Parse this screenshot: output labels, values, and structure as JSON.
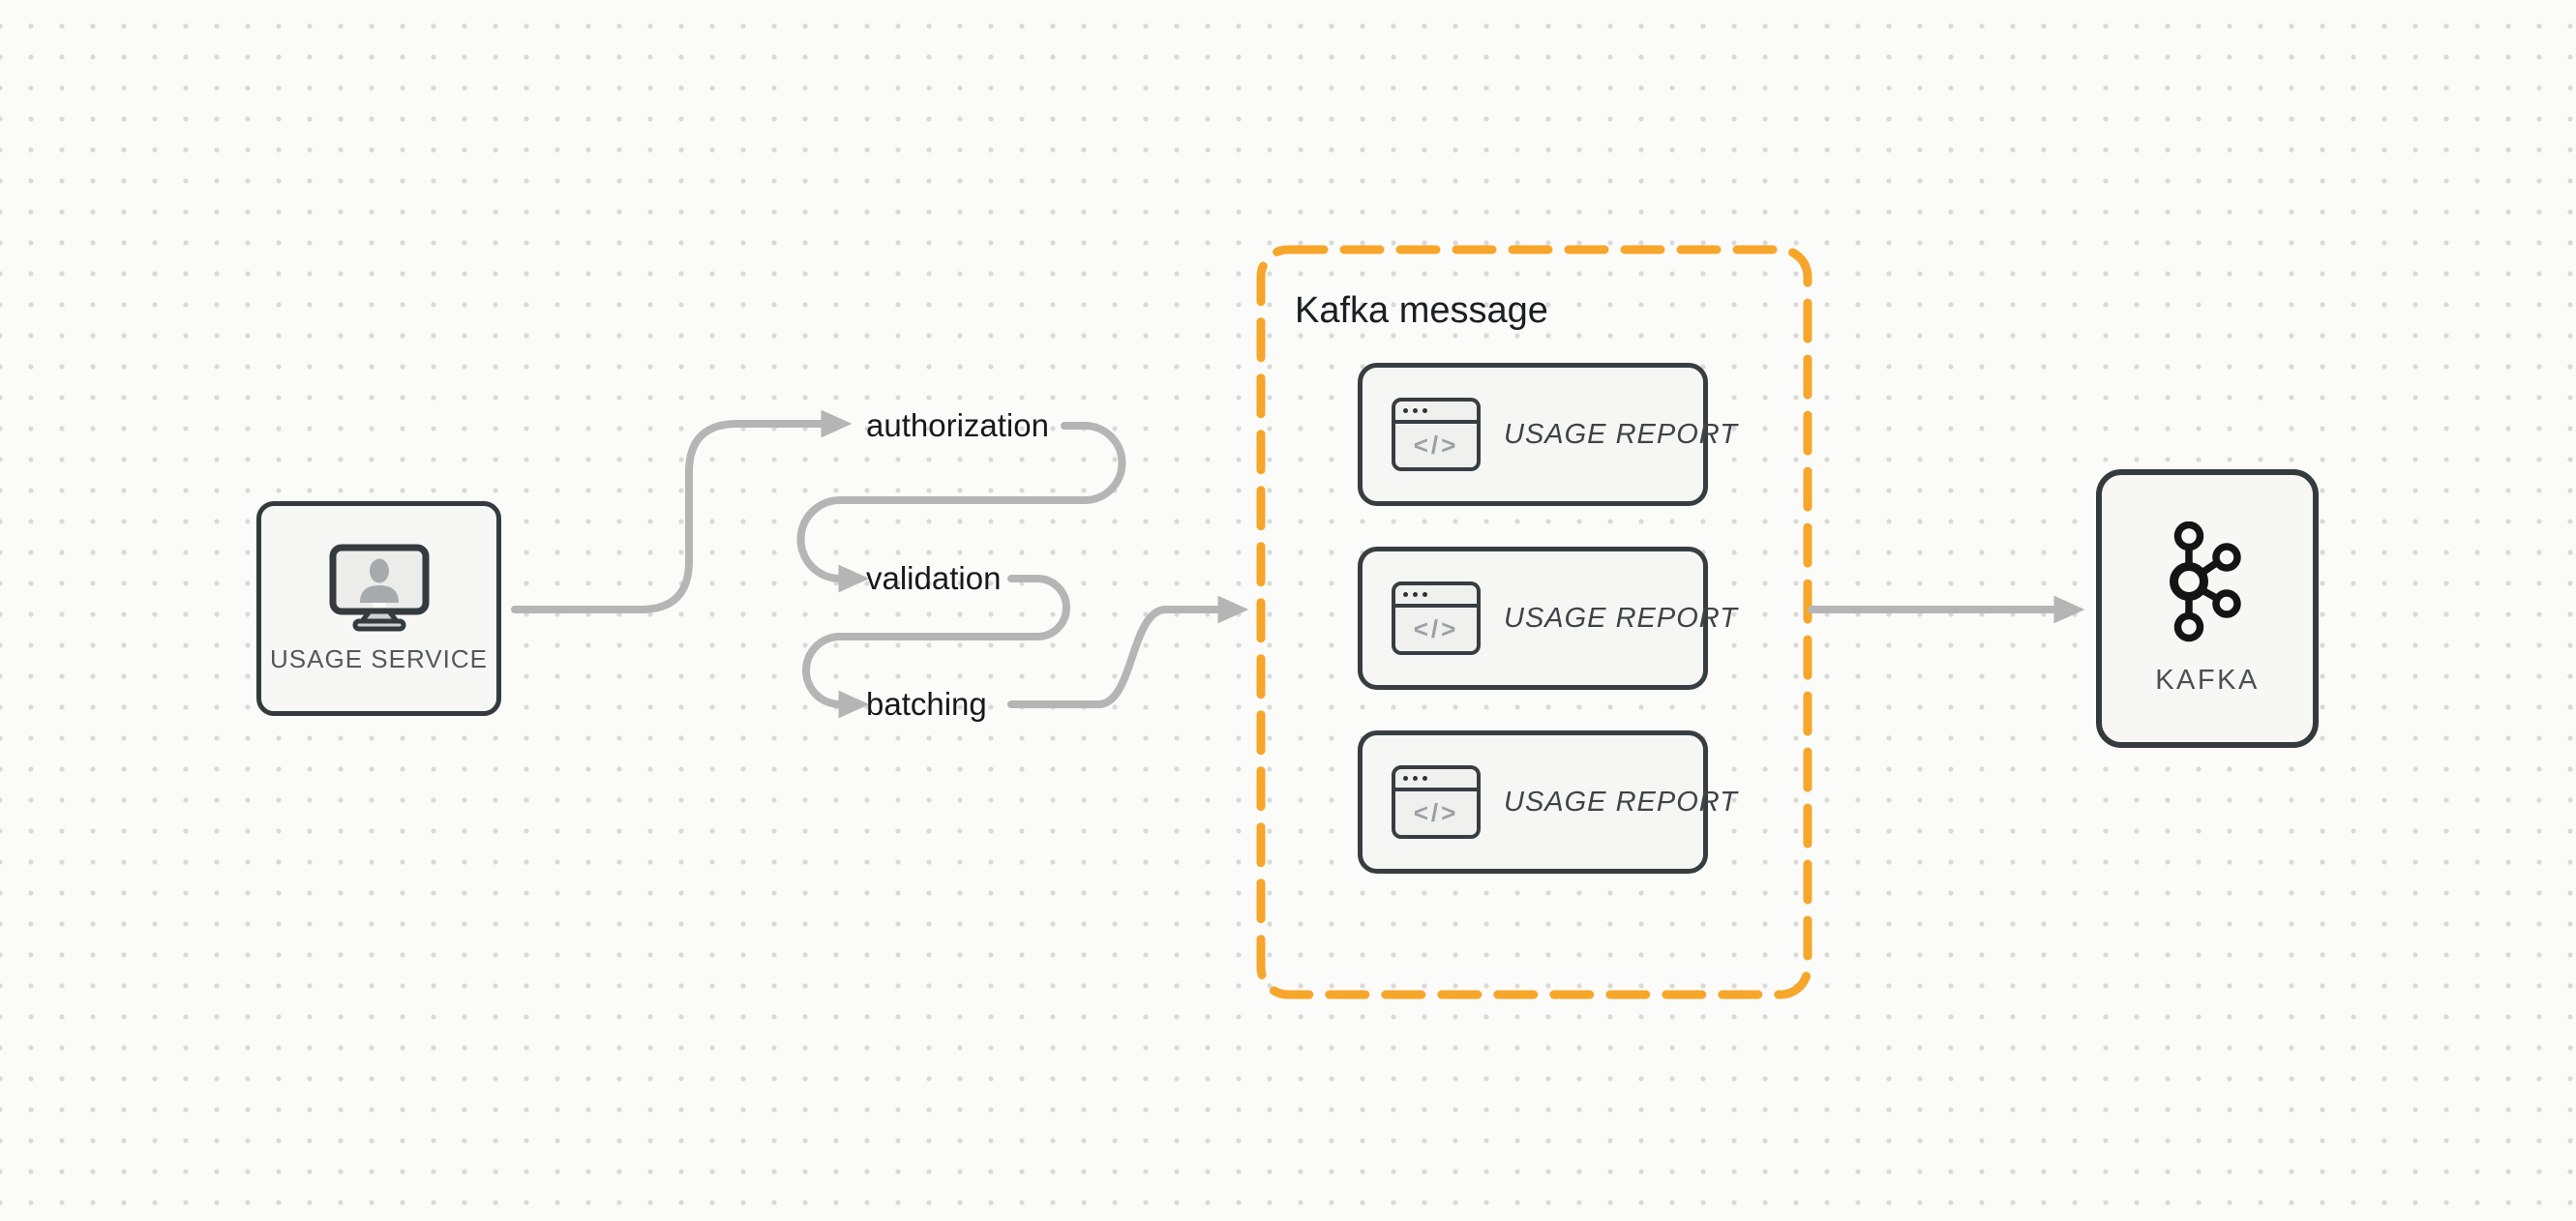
{
  "palette": {
    "accent_orange": "#F6A62A",
    "connector_gray": "#b5b5b5",
    "node_border": "#343a3e",
    "node_bg": "#f7f8f5",
    "text_dark": "#17191d",
    "text_muted": "#54575b"
  },
  "nodes": {
    "usage_service": {
      "label": "USAGE SERVICE",
      "icon": "monitor-user-icon"
    },
    "kafka": {
      "label": "KAFKA",
      "icon": "kafka-logo-icon"
    }
  },
  "steps": [
    {
      "label": "authorization"
    },
    {
      "label": "validation"
    },
    {
      "label": "batching"
    }
  ],
  "kafka_message_group": {
    "title": "Kafka message",
    "cards": [
      {
        "label": "USAGE REPORT",
        "icon": "code-window-icon",
        "icon_glyph": "</>"
      },
      {
        "label": "USAGE REPORT",
        "icon": "code-window-icon",
        "icon_glyph": "</>"
      },
      {
        "label": "USAGE REPORT",
        "icon": "code-window-icon",
        "icon_glyph": "</>"
      }
    ]
  }
}
